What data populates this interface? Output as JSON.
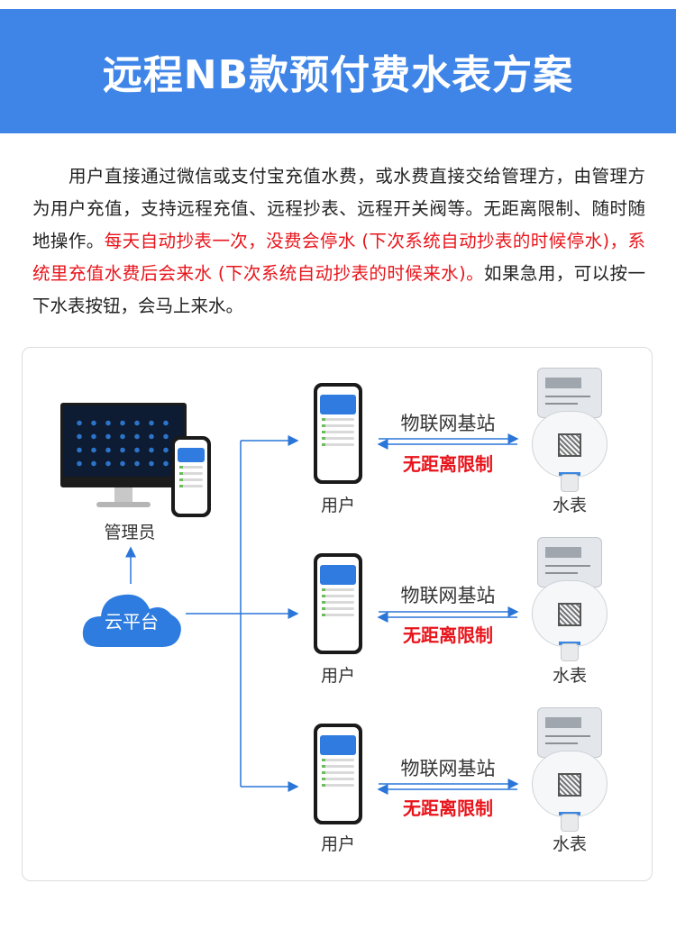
{
  "title": "远程NB款预付费水表方案",
  "intro": {
    "normal1": "用户直接通过微信或支付宝充值水费，或水费直接交给管理方，由管理方为用户充值，支持远程充值、远程抄表、远程开关阀等。无距离限制、随时随地操作。",
    "highlight": "每天自动抄表一次，没费会停水 (下次系统自动抄表的时候停水)，系统里充值水费后会来水 (下次系统自动抄表的时候来水)。",
    "normal2": "如果急用，可以按一下水表按钮，会马上来水。"
  },
  "diagram": {
    "admin_label": "管理员",
    "cloud_label": "云平台",
    "rows": [
      {
        "user_label": "用户",
        "meter_label": "水表",
        "link_label": "物联网基站",
        "limit_label": "无距离限制"
      },
      {
        "user_label": "用户",
        "meter_label": "水表",
        "link_label": "物联网基站",
        "limit_label": "无距离限制"
      },
      {
        "user_label": "用户",
        "meter_label": "水表",
        "link_label": "物联网基站",
        "limit_label": "无距离限制"
      }
    ]
  },
  "colors": {
    "banner": "#3f85e8",
    "accent_red": "#e8141b",
    "arrow_blue": "#2a76d8"
  }
}
